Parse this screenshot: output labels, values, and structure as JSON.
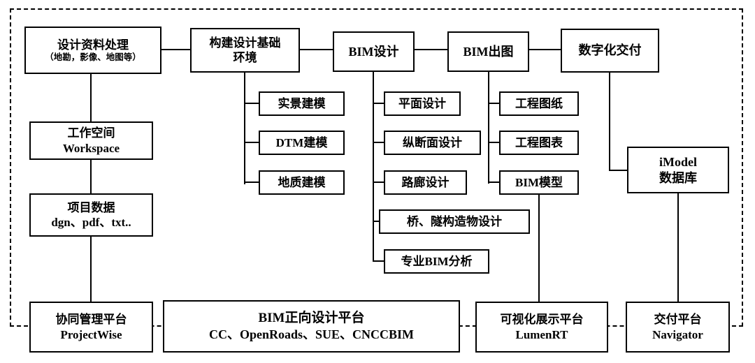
{
  "nodes": {
    "data_processing": {
      "l1": "设计资料处理",
      "l2": "（地勘，影像、地图等）"
    },
    "foundation_env": {
      "l1": "构建设计基础",
      "l2": "环境"
    },
    "bim_design": {
      "l1": "BIM设计"
    },
    "bim_output": {
      "l1": "BIM出图"
    },
    "digital_delivery": {
      "l1": "数字化交付"
    },
    "workspace": {
      "l1": "工作空间",
      "l2": "Workspace"
    },
    "project_data": {
      "l1": "项目数据",
      "l2": "dgn、pdf、txt.."
    },
    "reality_modeling": {
      "l1": "实景建模"
    },
    "dtm_modeling": {
      "l1": "DTM建模"
    },
    "geology_modeling": {
      "l1": "地质建模"
    },
    "plan_design": {
      "l1": "平面设计"
    },
    "profile_design": {
      "l1": "纵断面设计"
    },
    "corridor_design": {
      "l1": "路廊设计"
    },
    "bridge_tunnel_design": {
      "l1": "桥、隧构造物设计"
    },
    "bim_analysis": {
      "l1": "专业BIM分析"
    },
    "drawing_sheets": {
      "l1": "工程图纸"
    },
    "drawing_tables": {
      "l1": "工程图表"
    },
    "bim_model": {
      "l1": "BIM模型"
    },
    "imodel_db": {
      "l1": "iModel",
      "l2": "数据库"
    },
    "projectwise": {
      "l1": "协同管理平台",
      "l2": "ProjectWise"
    },
    "bim_platform": {
      "l1": "BIM正向设计平台",
      "l2": "CC、OpenRoads、SUE、CNCCBIM"
    },
    "lumenrt": {
      "l1": "可视化展示平台",
      "l2": "LumenRT"
    },
    "navigator": {
      "l1": "交付平台",
      "l2": "Navigator"
    }
  },
  "colors": {
    "line": "#000000",
    "box_border": "#000000",
    "box_bg": "#ffffff",
    "page_bg": "#ffffff"
  }
}
